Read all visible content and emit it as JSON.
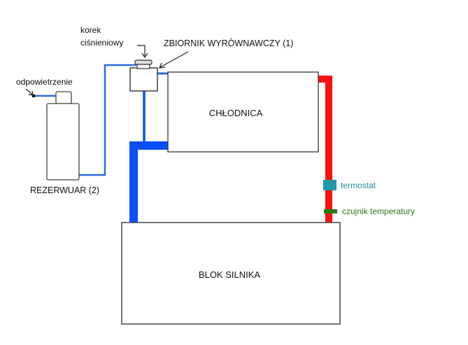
{
  "diagram": {
    "components": {
      "radiator": "CHŁODNICA",
      "engine_block": "BLOK SILNIKA",
      "expansion_tank": "ZBIORNIK WYRÓWNAWCZY (1)",
      "reservoir": "REZERWUAR (2)"
    },
    "annotations": {
      "pressure_cap_line1": "korek",
      "pressure_cap_line2": "ciśnieniowy",
      "vent": "odpowietrzenie",
      "thermostat": "termostat",
      "temp_sensor": "czujnik temperatury"
    },
    "colors": {
      "cold_pipe": "#0a4ef5",
      "hot_pipe": "#ff1010",
      "thermostat": "#1f9aa6",
      "sensor": "#2a7a16",
      "thin_pipe": "#2d6ae0",
      "outline": "#444444"
    }
  }
}
